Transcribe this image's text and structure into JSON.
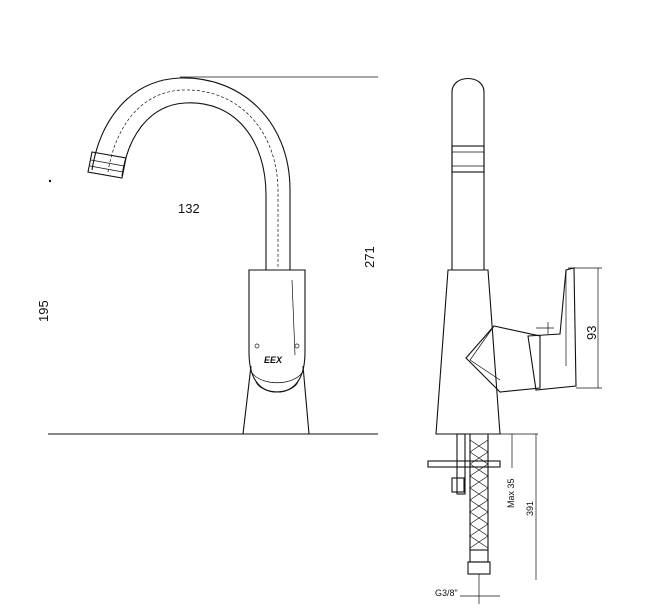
{
  "dimensions": {
    "spout_reach": "132",
    "total_height": "271",
    "spout_height": "195",
    "lever_height": "93",
    "max_thickness": "Max 35",
    "hose_length": "391",
    "thread": "G3/8\""
  },
  "logo_text": "EEX"
}
